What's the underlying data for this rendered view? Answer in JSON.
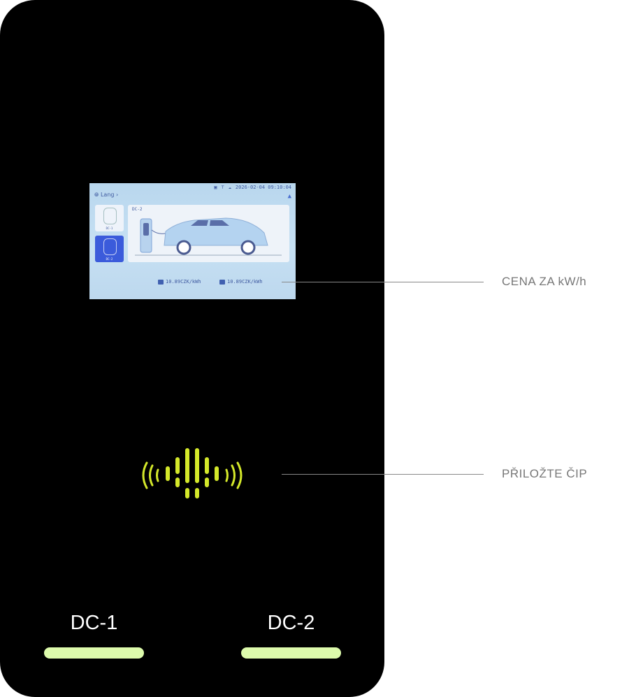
{
  "screen": {
    "datetime": "2026-02-04 09:10:04",
    "lang": "Lang",
    "chargers": [
      {
        "label": "DC-1"
      },
      {
        "label": "DC-2"
      }
    ],
    "selected_title": "DC-2",
    "prices": [
      "10.89CZK/kWh",
      "10.89CZK/kWh"
    ]
  },
  "annotations": {
    "price": "CENA ZA kW/h",
    "chip": "PŘILOŽTE ČIP"
  },
  "connectors": [
    {
      "label": "DC-1"
    },
    {
      "label": "DC-2"
    }
  ],
  "colors": {
    "accent": "#d4e82a",
    "bar": "#ddfbac"
  }
}
